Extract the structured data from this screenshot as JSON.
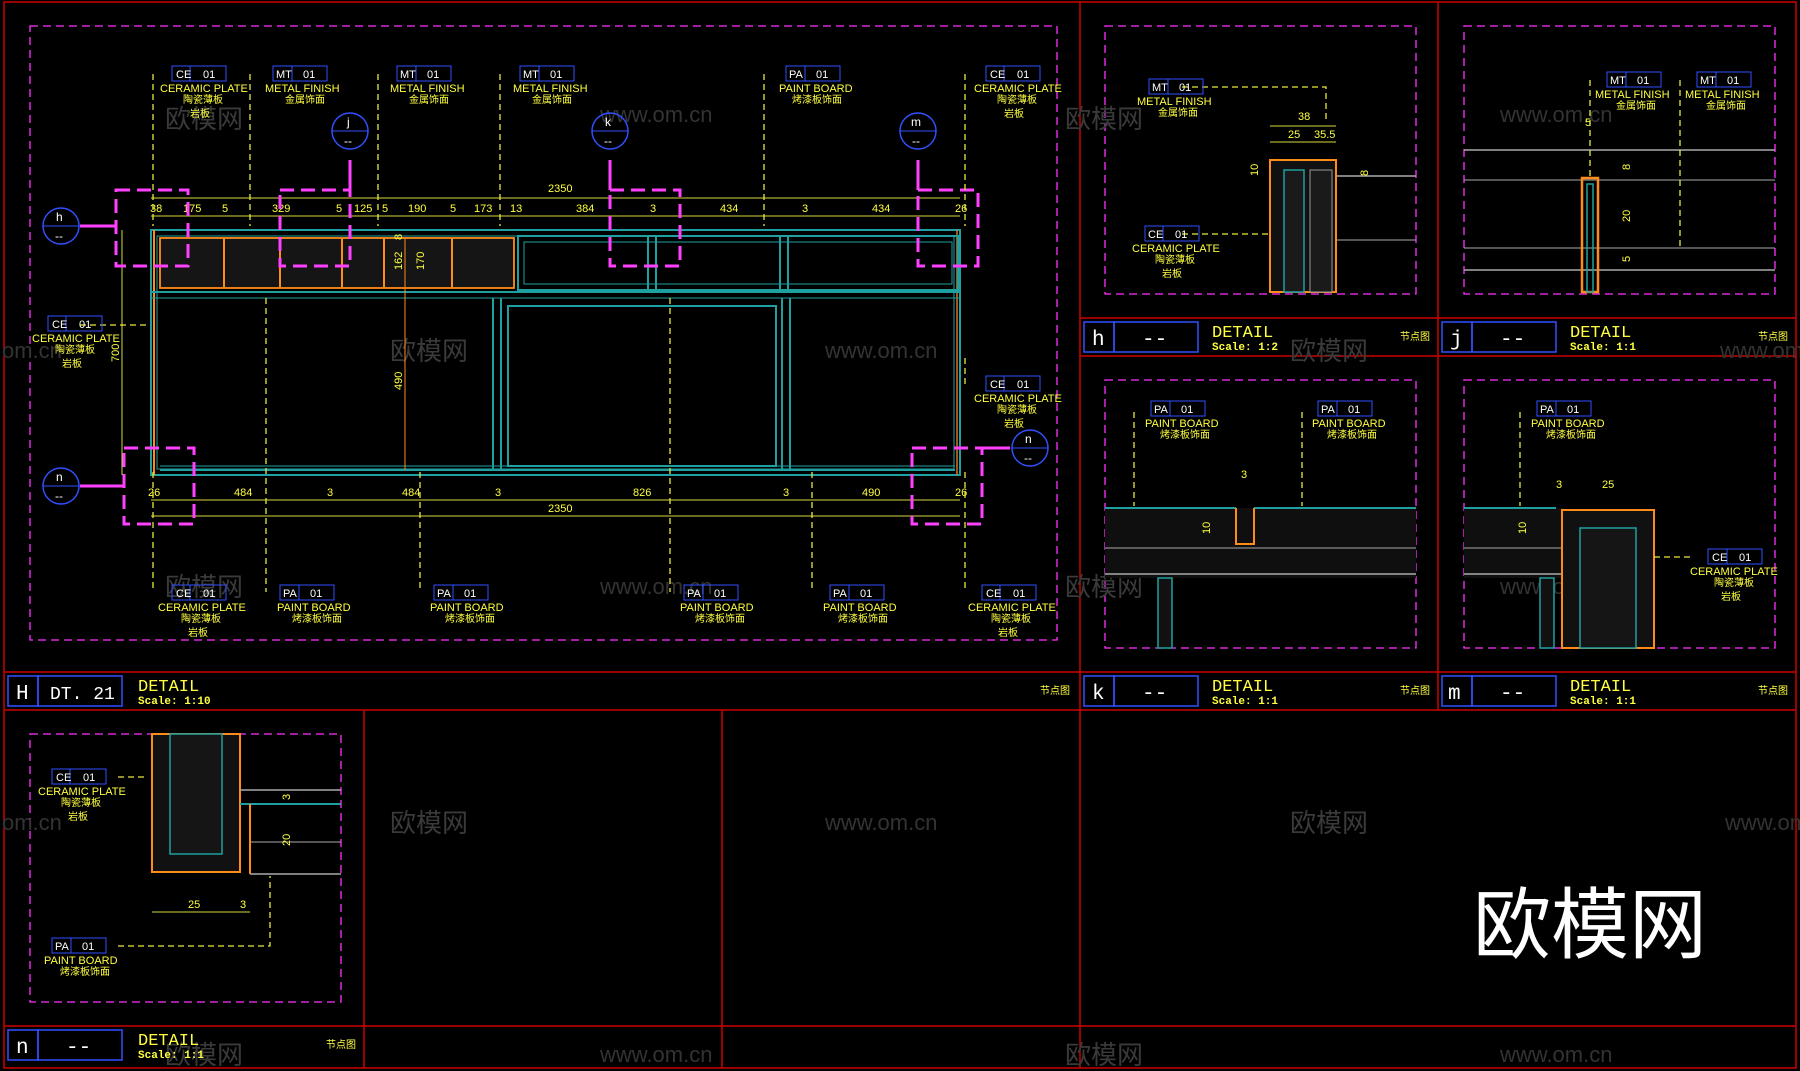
{
  "materials": {
    "ce": {
      "code": "CE",
      "num": "01",
      "en": "CERAMIC PLATE",
      "cn1": "陶瓷薄板",
      "cn2": "岩板"
    },
    "mt": {
      "code": "MT",
      "num": "01",
      "en": "METAL FINISH",
      "cn1": "金属饰面"
    },
    "pa": {
      "code": "PA",
      "num": "01",
      "en": "PAINT BOARD",
      "cn1": "烤漆板饰面"
    }
  },
  "main_view": {
    "id": "H",
    "ref": "DT. 21",
    "title": "DETAIL",
    "scale": "Scale: 1:10",
    "cn_title": "节点图",
    "top_dims": [
      "38",
      "175",
      "5",
      "329",
      "5",
      "125",
      "5",
      "190",
      "5",
      "173",
      "13",
      "384",
      "3",
      "434",
      "3",
      "434",
      "26"
    ],
    "total_width": "2350",
    "bottom_dims": [
      "26",
      "484",
      "3",
      "484",
      "3",
      "826",
      "3",
      "490",
      "26"
    ],
    "height": "700",
    "inner_h": "490",
    "d162": "162",
    "d170": "170",
    "d8": "8",
    "bubbles": [
      "h",
      "j",
      "k",
      "m",
      "n",
      "n"
    ],
    "bubble_sub": "--"
  },
  "details": [
    {
      "id": "h",
      "ref": "--",
      "title": "DETAIL",
      "scale": "Scale: 1:2",
      "cn_title": "节点图",
      "dims": [
        "38",
        "25",
        "35.5",
        "10",
        "8"
      ]
    },
    {
      "id": "j",
      "ref": "--",
      "title": "DETAIL",
      "scale": "Scale: 1:1",
      "cn_title": "节点图",
      "dims": [
        "5",
        "8",
        "20",
        "5"
      ]
    },
    {
      "id": "k",
      "ref": "--",
      "title": "DETAIL",
      "scale": "Scale: 1:1",
      "cn_title": "节点图",
      "dims": [
        "3",
        "10"
      ]
    },
    {
      "id": "m",
      "ref": "--",
      "title": "DETAIL",
      "scale": "Scale: 1:1",
      "cn_title": "节点图",
      "dims": [
        "3",
        "25",
        "10"
      ]
    },
    {
      "id": "n",
      "ref": "--",
      "title": "DETAIL",
      "scale": "Scale: 1:1",
      "cn_title": "节点图",
      "dims": [
        "3",
        "20",
        "25",
        "3"
      ]
    }
  ],
  "watermarks": {
    "cn": "欧模网",
    "url": "www.om.cn",
    "logo": "欧模网",
    "frag": "om.cn"
  }
}
